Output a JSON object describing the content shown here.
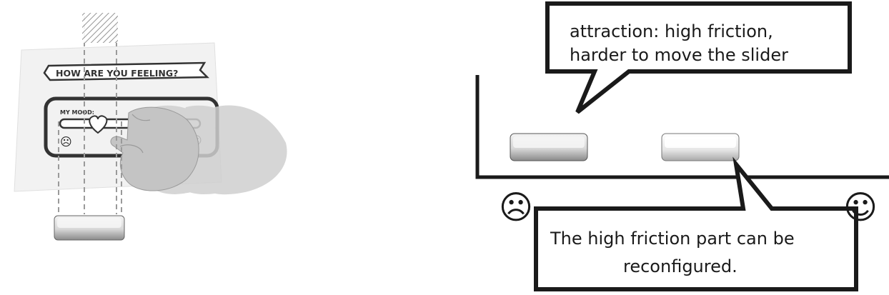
{
  "left_illustration": {
    "card_title": "HOW ARE YOU FEELING?",
    "mood_label": "MY MOOD:",
    "sad_face": "☹",
    "happy_face": "☺"
  },
  "right_diagram": {
    "bubble_top_line1": "attraction: high friction,",
    "bubble_top_line2": "harder to move the slider",
    "bubble_bottom_line1": "The high friction part can be",
    "bubble_bottom_line2": "reconfigured.",
    "sad_face": "☹",
    "happy_face": "☺"
  }
}
